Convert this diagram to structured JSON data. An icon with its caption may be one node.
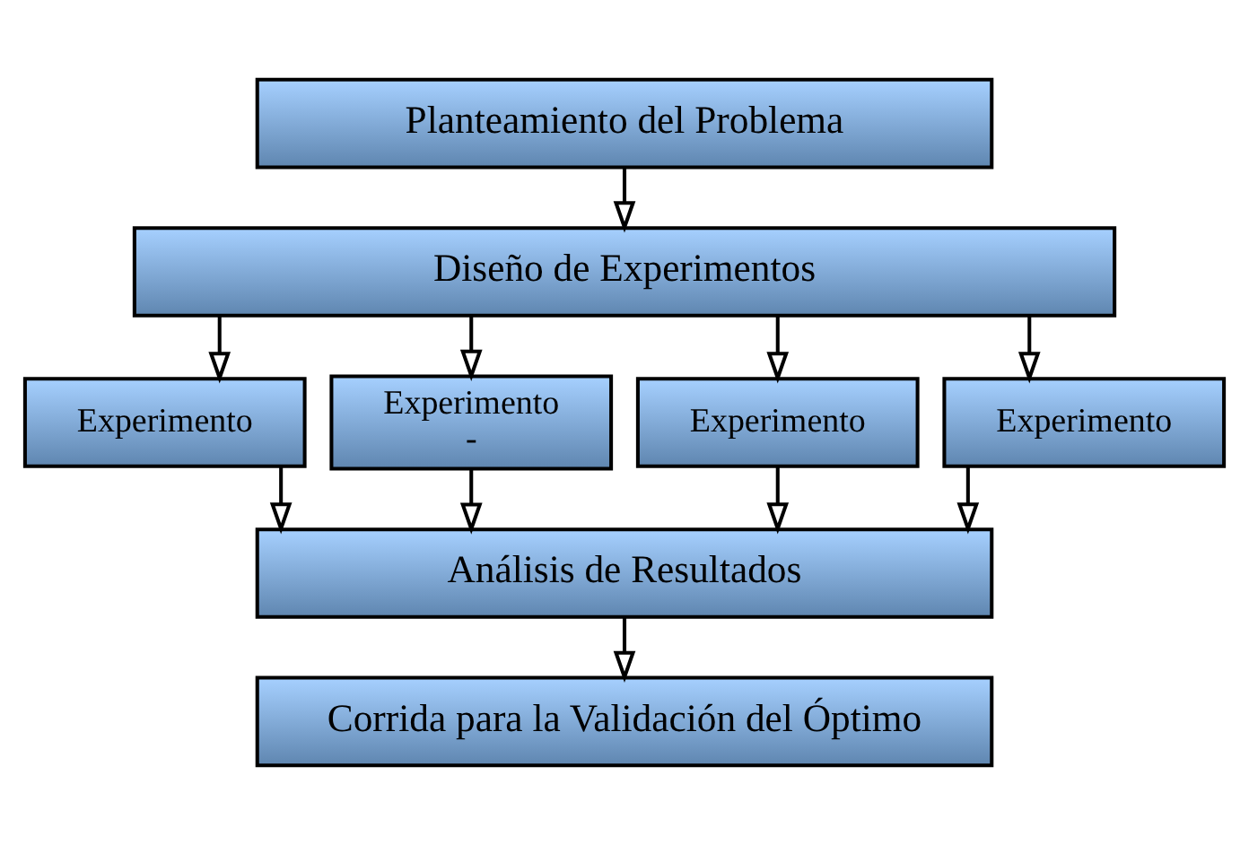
{
  "diagram": {
    "nodes": [
      {
        "text": [
          "Planteamiento del Problema"
        ]
      },
      {
        "text": [
          "Diseño de Experimentos"
        ]
      },
      {
        "text": [
          "Experimento"
        ]
      },
      {
        "text": [
          "Experimento",
          "-"
        ]
      },
      {
        "text": [
          "Experimento"
        ]
      },
      {
        "text": [
          "Experimento"
        ]
      },
      {
        "text": [
          "Análisis de Resultados"
        ]
      },
      {
        "text": [
          "Corrida para la Validación del Óptimo"
        ]
      }
    ],
    "edges": [
      {
        "from": 0,
        "to": 1,
        "arrow": "to"
      },
      {
        "from": 1,
        "to": 2,
        "arrow": "to"
      },
      {
        "from": 1,
        "to": 3,
        "arrow": "to"
      },
      {
        "from": 1,
        "to": 4,
        "arrow": "to"
      },
      {
        "from": 1,
        "to": 5,
        "arrow": "to"
      },
      {
        "from": 2,
        "to": 6,
        "arrow": "to"
      },
      {
        "from": 3,
        "to": 6,
        "arrow": "to"
      },
      {
        "from": 4,
        "to": 6,
        "arrow": "to"
      },
      {
        "from": 5,
        "to": 6,
        "arrow": "to"
      },
      {
        "from": 6,
        "to": 7,
        "arrow": "to"
      }
    ]
  }
}
